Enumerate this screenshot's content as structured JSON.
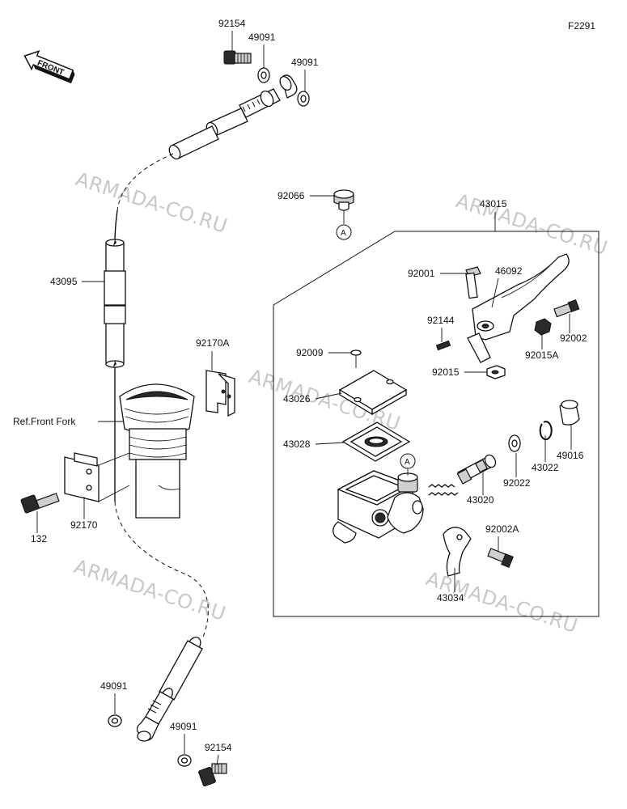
{
  "diagram_code": "F2291",
  "front_label": "FRONT",
  "ref_label": "Ref.Front Fork",
  "watermark": "ARMADA-CO.RU",
  "callout_a": "A",
  "parts": {
    "bolt_top": "92154",
    "washer_top_1": "49091",
    "washer_top_2": "49091",
    "hose": "43095",
    "cap": "92066",
    "lever_assembly": "43015",
    "bolt_lever_pivot": "92001",
    "lever": "46092",
    "pin": "92144",
    "bolt_lever_adj": "92002",
    "nut_adj": "92015A",
    "nut_pivot": "92015",
    "screw_cap": "92009",
    "reservoir_cap": "43026",
    "diaphragm": "43028",
    "piston_kit": "43020",
    "washer_seal": "92022",
    "snap_ring": "43022",
    "boot": "49016",
    "bolt_holder": "92002A",
    "holder": "43034",
    "clamp_upper": "92170A",
    "clamp_lower": "92170",
    "bolt_clamp": "132",
    "washer_bottom_1": "49091",
    "washer_bottom_2": "49091",
    "bolt_bottom": "92154"
  }
}
